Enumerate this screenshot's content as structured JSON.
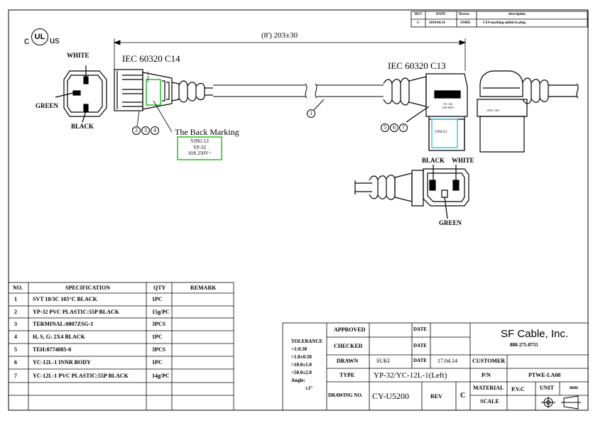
{
  "revision_table": {
    "headers": [
      "REV",
      "DATE",
      "Drawn",
      "description"
    ],
    "row": [
      "C",
      "2019.04.14",
      "AMDI",
      "CSA marking added to plug."
    ]
  },
  "cert_logo": {
    "left": "c",
    "mark": "UL",
    "right": "us"
  },
  "dimension": "(8') 203±30",
  "left_face": {
    "top_label": "WHITE",
    "left_label": "GREEN",
    "bottom_label": "BLACK"
  },
  "connector_left": {
    "title": "IEC 60320 C14",
    "callouts": [
      "2",
      "3",
      "4"
    ],
    "side_mark": "YING LI"
  },
  "back_marking": {
    "title": "The Back Marking",
    "lines": [
      "YING LI",
      "YP-32",
      "10A 250V~"
    ]
  },
  "cable_callout": "1",
  "connector_right": {
    "title": "IEC 60320 C13",
    "callouts": [
      "5",
      "6",
      "7"
    ],
    "body_mark": "YC-12L\n10A 250V",
    "window_mark": "YINGLI",
    "side_view_mark": "~250V 10A"
  },
  "right_face": {
    "left_label": "BLACK",
    "right_label": "WHITE",
    "bottom_label": "GREEN"
  },
  "bom": {
    "headers": [
      "NO.",
      "SPECIFICATION",
      "QTY",
      "REMARK"
    ],
    "rows": [
      [
        "1",
        "SVT 18/3C 105°C BLACK",
        "1PC",
        ""
      ],
      [
        "2",
        "YP-32 PVC PLASTIC:55P BLACK",
        "15g/PC",
        ""
      ],
      [
        "3",
        "TERMINAL:0807ZSG-1",
        "3PCS",
        ""
      ],
      [
        "4",
        "H, S, G: 2X4  BLACK",
        "1PC",
        ""
      ],
      [
        "5",
        "TEH:8774085-0",
        "3PCS",
        ""
      ],
      [
        "6",
        "YC-12L-1 INNR BODY",
        "1PC",
        ""
      ],
      [
        "7",
        "YC-12L-1 PVC PLASTIC:55P BLACK",
        "14g/PC",
        ""
      ]
    ]
  },
  "tolerance": {
    "title": "TOLERANCE",
    "lines": [
      ">1:0.38",
      ">1.0±0.50",
      ">10.0±1.0",
      ">50.0±2.0",
      "Angle:",
      "±1°"
    ]
  },
  "title_block": {
    "approved_label": "APPROVED",
    "checked_label": "CHECKED",
    "drawn_label": "DRAWN",
    "drawn_value": "SUKI",
    "type_label": "TYPE",
    "type_value": "YP-32/YC-12L-1(Left)",
    "drawing_no_label": "DRAWING NO.",
    "drawing_no_value": "CY-U5200",
    "rev_label": "REV",
    "rev_value": "C",
    "date_label": "DATE",
    "date_value": "17.04.14",
    "company": "SF Cable, Inc.",
    "phone": "888-275-8755",
    "customer_label": "CUSTOMER",
    "pn_label": "P/N",
    "pn_value": "PTWE-LA08",
    "material_label": "MATERIAL",
    "material_value": "P.V.C",
    "unit_label": "UNIT",
    "unit_value": "mm",
    "scale_label": "SCALE"
  },
  "colors": {
    "line": "#000000",
    "green_box": "#22c022",
    "cyan_box": "#40c8d8"
  }
}
